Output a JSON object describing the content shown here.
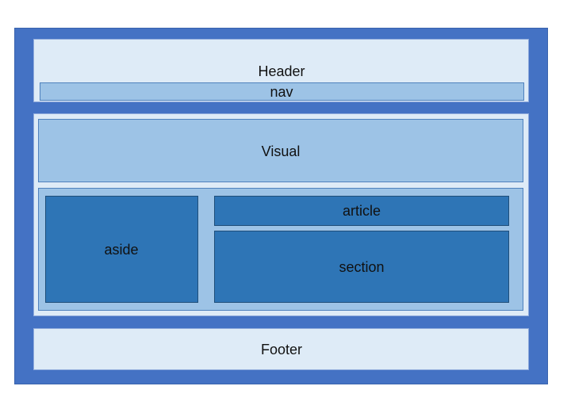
{
  "diagram": {
    "blocks": {
      "header": "Header",
      "nav": "nav",
      "visual": "Visual",
      "aside": "aside",
      "article": "article",
      "section": "section",
      "footer": "Footer"
    },
    "colors": {
      "outer": "#4472c4",
      "light": "#deebf7",
      "mid": "#9dc3e6",
      "dark": "#2e75b6"
    }
  }
}
